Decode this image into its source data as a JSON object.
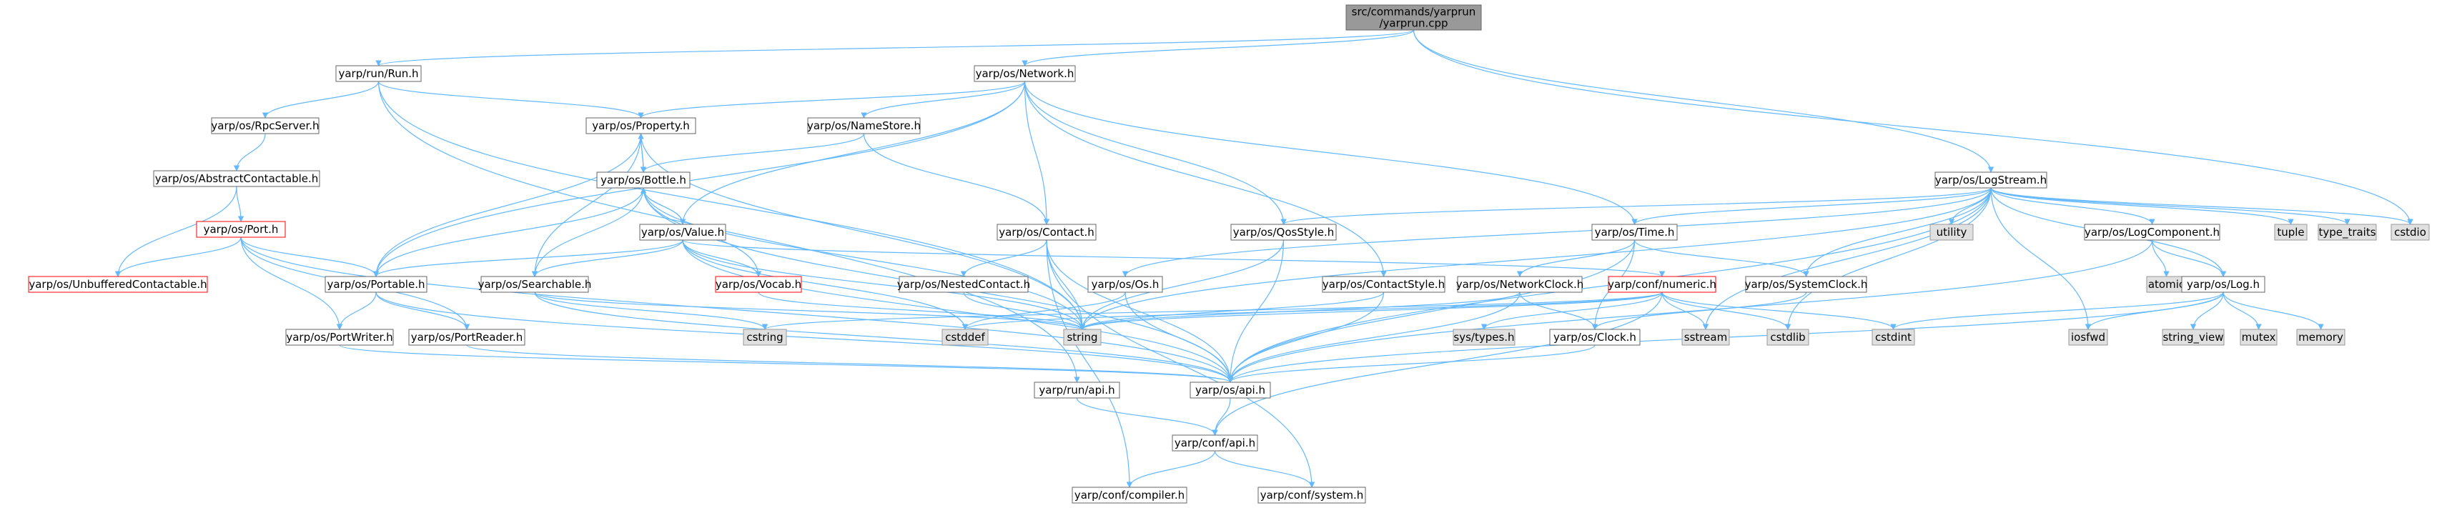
{
  "colors": {
    "root_fill": "#999999",
    "normal_fill": "#ffffff",
    "normal_stroke": "#666666",
    "missing_stroke": "#ff0000",
    "external_fill": "#e0e0e0",
    "external_stroke": "#999999",
    "edge": "#63b8ff",
    "text": "#000000"
  },
  "nodes": [
    {
      "id": "root",
      "lines": [
        "src/commands/yarprun",
        "/yarprun.cpp"
      ],
      "kind": "root"
    },
    {
      "id": "run_run",
      "lines": [
        "yarp/run/Run.h"
      ],
      "kind": "normal"
    },
    {
      "id": "network",
      "lines": [
        "yarp/os/Network.h"
      ],
      "kind": "normal"
    },
    {
      "id": "rpcserver",
      "lines": [
        "yarp/os/RpcServer.h"
      ],
      "kind": "normal"
    },
    {
      "id": "property",
      "lines": [
        "yarp/os/Property.h"
      ],
      "kind": "normal"
    },
    {
      "id": "namestore",
      "lines": [
        "yarp/os/NameStore.h"
      ],
      "kind": "normal"
    },
    {
      "id": "logstream",
      "lines": [
        "yarp/os/LogStream.h"
      ],
      "kind": "normal"
    },
    {
      "id": "abstractcontactable",
      "lines": [
        "yarp/os/AbstractContactable.h"
      ],
      "kind": "normal"
    },
    {
      "id": "bottle",
      "lines": [
        "yarp/os/Bottle.h"
      ],
      "kind": "normal"
    },
    {
      "id": "port",
      "lines": [
        "yarp/os/Port.h"
      ],
      "kind": "missing"
    },
    {
      "id": "value",
      "lines": [
        "yarp/os/Value.h"
      ],
      "kind": "normal"
    },
    {
      "id": "contact",
      "lines": [
        "yarp/os/Contact.h"
      ],
      "kind": "normal"
    },
    {
      "id": "qosstyle",
      "lines": [
        "yarp/os/QosStyle.h"
      ],
      "kind": "normal"
    },
    {
      "id": "time",
      "lines": [
        "yarp/os/Time.h"
      ],
      "kind": "normal"
    },
    {
      "id": "utility",
      "lines": [
        "utility"
      ],
      "kind": "external"
    },
    {
      "id": "logcomponent",
      "lines": [
        "yarp/os/LogComponent.h"
      ],
      "kind": "normal"
    },
    {
      "id": "tuple",
      "lines": [
        "tuple"
      ],
      "kind": "external"
    },
    {
      "id": "type_traits",
      "lines": [
        "type_traits"
      ],
      "kind": "external"
    },
    {
      "id": "cstdio",
      "lines": [
        "cstdio"
      ],
      "kind": "external"
    },
    {
      "id": "unbuffered",
      "lines": [
        "yarp/os/UnbufferedContactable.h"
      ],
      "kind": "missing"
    },
    {
      "id": "portable",
      "lines": [
        "yarp/os/Portable.h"
      ],
      "kind": "normal"
    },
    {
      "id": "searchable",
      "lines": [
        "yarp/os/Searchable.h"
      ],
      "kind": "normal"
    },
    {
      "id": "vocab",
      "lines": [
        "yarp/os/Vocab.h"
      ],
      "kind": "missing"
    },
    {
      "id": "nestedcontact",
      "lines": [
        "yarp/os/NestedContact.h"
      ],
      "kind": "normal"
    },
    {
      "id": "os_os",
      "lines": [
        "yarp/os/Os.h"
      ],
      "kind": "normal"
    },
    {
      "id": "contactstyle",
      "lines": [
        "yarp/os/ContactStyle.h"
      ],
      "kind": "normal"
    },
    {
      "id": "networkclock",
      "lines": [
        "yarp/os/NetworkClock.h"
      ],
      "kind": "normal"
    },
    {
      "id": "numeric",
      "lines": [
        "yarp/conf/numeric.h"
      ],
      "kind": "missing"
    },
    {
      "id": "systemclock",
      "lines": [
        "yarp/os/SystemClock.h"
      ],
      "kind": "normal"
    },
    {
      "id": "atomic",
      "lines": [
        "atomic"
      ],
      "kind": "external"
    },
    {
      "id": "log",
      "lines": [
        "yarp/os/Log.h"
      ],
      "kind": "normal"
    },
    {
      "id": "portwriter",
      "lines": [
        "yarp/os/PortWriter.h"
      ],
      "kind": "normal"
    },
    {
      "id": "portreader",
      "lines": [
        "yarp/os/PortReader.h"
      ],
      "kind": "normal"
    },
    {
      "id": "cstring",
      "lines": [
        "cstring"
      ],
      "kind": "external"
    },
    {
      "id": "cstddef",
      "lines": [
        "cstddef"
      ],
      "kind": "external"
    },
    {
      "id": "string",
      "lines": [
        "string"
      ],
      "kind": "external"
    },
    {
      "id": "systypes",
      "lines": [
        "sys/types.h"
      ],
      "kind": "external"
    },
    {
      "id": "clock",
      "lines": [
        "yarp/os/Clock.h"
      ],
      "kind": "normal"
    },
    {
      "id": "sstream",
      "lines": [
        "sstream"
      ],
      "kind": "external"
    },
    {
      "id": "cstdlib",
      "lines": [
        "cstdlib"
      ],
      "kind": "external"
    },
    {
      "id": "cstdint",
      "lines": [
        "cstdint"
      ],
      "kind": "external"
    },
    {
      "id": "iosfwd",
      "lines": [
        "iosfwd"
      ],
      "kind": "external"
    },
    {
      "id": "string_view",
      "lines": [
        "string_view"
      ],
      "kind": "external"
    },
    {
      "id": "mutex",
      "lines": [
        "mutex"
      ],
      "kind": "external"
    },
    {
      "id": "memory",
      "lines": [
        "memory"
      ],
      "kind": "external"
    },
    {
      "id": "os_api",
      "lines": [
        "yarp/os/api.h"
      ],
      "kind": "normal"
    },
    {
      "id": "run_api",
      "lines": [
        "yarp/run/api.h"
      ],
      "kind": "normal"
    },
    {
      "id": "conf_api",
      "lines": [
        "yarp/conf/api.h"
      ],
      "kind": "normal"
    },
    {
      "id": "compiler",
      "lines": [
        "yarp/conf/compiler.h"
      ],
      "kind": "normal"
    },
    {
      "id": "system",
      "lines": [
        "yarp/conf/system.h"
      ],
      "kind": "normal"
    }
  ],
  "edges": [
    [
      "root",
      "run_run"
    ],
    [
      "root",
      "network"
    ],
    [
      "root",
      "logstream"
    ],
    [
      "root",
      "cstdio"
    ],
    [
      "run_run",
      "rpcserver"
    ],
    [
      "run_run",
      "property"
    ],
    [
      "run_run",
      "run_api"
    ],
    [
      "run_run",
      "string"
    ],
    [
      "network",
      "property"
    ],
    [
      "network",
      "namestore"
    ],
    [
      "network",
      "contact"
    ],
    [
      "network",
      "qosstyle"
    ],
    [
      "network",
      "time"
    ],
    [
      "network",
      "contactstyle"
    ],
    [
      "network",
      "portable"
    ],
    [
      "network",
      "value"
    ],
    [
      "rpcserver",
      "abstractcontactable"
    ],
    [
      "abstractcontactable",
      "port"
    ],
    [
      "abstractcontactable",
      "unbuffered"
    ],
    [
      "port",
      "unbuffered"
    ],
    [
      "port",
      "portable"
    ],
    [
      "port",
      "portwriter"
    ],
    [
      "port",
      "portreader"
    ],
    [
      "port",
      "os_api"
    ],
    [
      "property",
      "bottle"
    ],
    [
      "property",
      "searchable"
    ],
    [
      "property",
      "portable"
    ],
    [
      "property",
      "string"
    ],
    [
      "namestore",
      "bottle"
    ],
    [
      "namestore",
      "contact"
    ],
    [
      "bottle",
      "property"
    ],
    [
      "bottle",
      "value"
    ],
    [
      "bottle",
      "vocab"
    ],
    [
      "bottle",
      "portable"
    ],
    [
      "bottle",
      "searchable"
    ],
    [
      "bottle",
      "string"
    ],
    [
      "bottle",
      "os_api"
    ],
    [
      "value",
      "bottle"
    ],
    [
      "value",
      "portable"
    ],
    [
      "value",
      "searchable"
    ],
    [
      "value",
      "vocab"
    ],
    [
      "value",
      "numeric"
    ],
    [
      "value",
      "cstddef"
    ],
    [
      "value",
      "string"
    ],
    [
      "value",
      "os_api"
    ],
    [
      "portable",
      "portwriter"
    ],
    [
      "portable",
      "portreader"
    ],
    [
      "portable",
      "os_api"
    ],
    [
      "searchable",
      "string"
    ],
    [
      "searchable",
      "cstring"
    ],
    [
      "searchable",
      "os_api"
    ],
    [
      "vocab",
      "string"
    ],
    [
      "portwriter",
      "os_api"
    ],
    [
      "portreader",
      "os_api"
    ],
    [
      "contact",
      "nestedcontact"
    ],
    [
      "contact",
      "string"
    ],
    [
      "contact",
      "os_api"
    ],
    [
      "contact",
      "compiler"
    ],
    [
      "nestedcontact",
      "string"
    ],
    [
      "qosstyle",
      "string"
    ],
    [
      "qosstyle",
      "os_api"
    ],
    [
      "contactstyle",
      "string"
    ],
    [
      "contactstyle",
      "os_api"
    ],
    [
      "time",
      "networkclock"
    ],
    [
      "time",
      "systemclock"
    ],
    [
      "time",
      "clock"
    ],
    [
      "time",
      "os_api"
    ],
    [
      "networkclock",
      "clock"
    ],
    [
      "networkclock",
      "os_api"
    ],
    [
      "networkclock",
      "string"
    ],
    [
      "numeric",
      "conf_api"
    ],
    [
      "numeric",
      "systypes"
    ],
    [
      "numeric",
      "sstream"
    ],
    [
      "numeric",
      "cstdlib"
    ],
    [
      "numeric",
      "cstdint"
    ],
    [
      "numeric",
      "string"
    ],
    [
      "numeric",
      "cstddef"
    ],
    [
      "numeric",
      "cstring"
    ],
    [
      "logstream",
      "os_os"
    ],
    [
      "logstream",
      "time"
    ],
    [
      "logstream",
      "qosstyle"
    ],
    [
      "logstream",
      "utility"
    ],
    [
      "logstream",
      "logcomponent"
    ],
    [
      "logstream",
      "tuple"
    ],
    [
      "logstream",
      "type_traits"
    ],
    [
      "logstream",
      "cstdio"
    ],
    [
      "logstream",
      "systemclock"
    ],
    [
      "logstream",
      "log"
    ],
    [
      "logstream",
      "iosfwd"
    ],
    [
      "logstream",
      "sstream"
    ],
    [
      "logstream",
      "cstdlib"
    ],
    [
      "logstream",
      "string"
    ],
    [
      "logstream",
      "os_api"
    ],
    [
      "os_os",
      "cstddef"
    ],
    [
      "os_os",
      "os_api"
    ],
    [
      "logcomponent",
      "atomic"
    ],
    [
      "logcomponent",
      "log"
    ],
    [
      "logcomponent",
      "os_api"
    ],
    [
      "log",
      "iosfwd"
    ],
    [
      "log",
      "string_view"
    ],
    [
      "log",
      "mutex"
    ],
    [
      "log",
      "memory"
    ],
    [
      "log",
      "cstdint"
    ],
    [
      "log",
      "os_api"
    ],
    [
      "systemclock",
      "clock"
    ],
    [
      "clock",
      "os_api"
    ],
    [
      "os_api",
      "conf_api"
    ],
    [
      "run_api",
      "conf_api"
    ],
    [
      "conf_api",
      "compiler"
    ],
    [
      "conf_api",
      "system"
    ],
    [
      "contact",
      "system"
    ]
  ]
}
